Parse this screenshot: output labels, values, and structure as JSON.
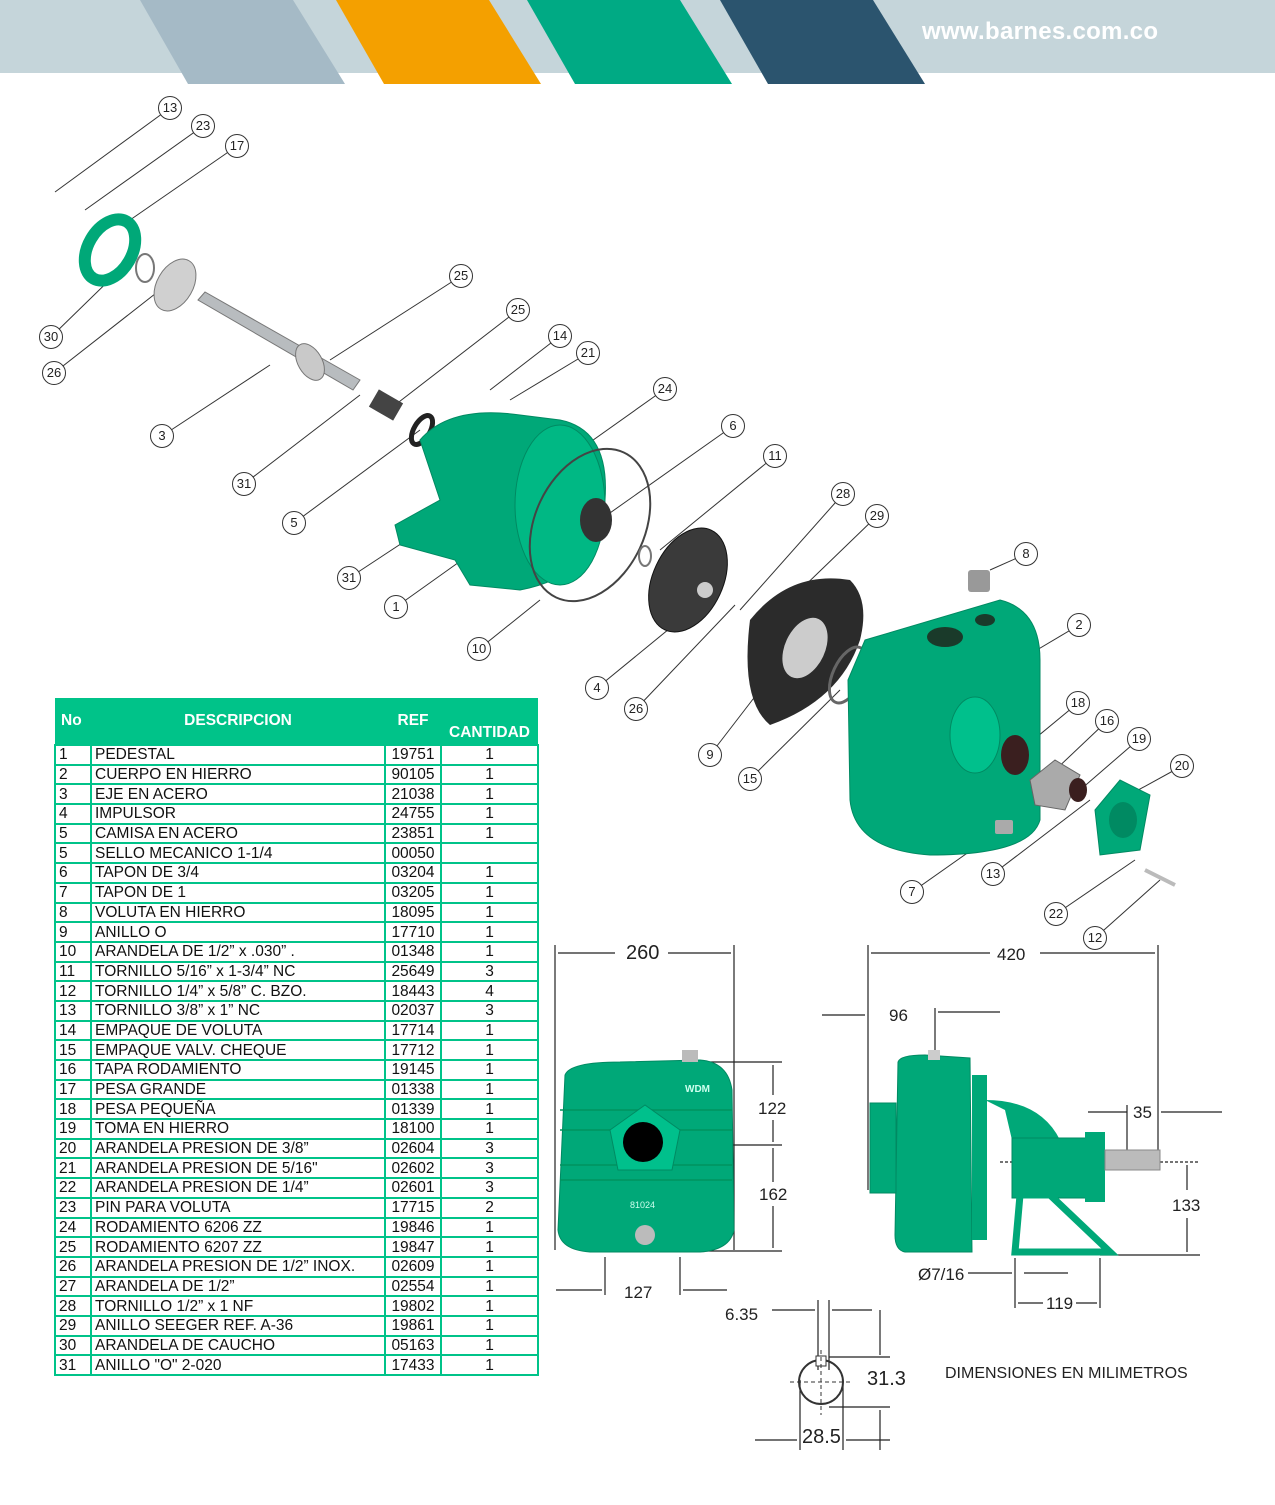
{
  "header": {
    "url": "www.barnes.com.co",
    "stripe_colors": [
      "#a5bac6",
      "#f4a000",
      "#00aa84",
      "#2b546e"
    ],
    "band_color": "#c5d5da"
  },
  "callouts": [
    "13",
    "23",
    "17",
    "30",
    "26",
    "3",
    "25",
    "25",
    "14",
    "21",
    "24",
    "31",
    "5",
    "6",
    "11",
    "31",
    "1",
    "28",
    "29",
    "10",
    "8",
    "2",
    "4",
    "26",
    "18",
    "16",
    "19",
    "20",
    "9",
    "15",
    "7",
    "13",
    "22",
    "12"
  ],
  "table": {
    "headers": {
      "no": "No",
      "desc": "DESCRIPCION",
      "ref": "REF",
      "qty": "CANTIDAD"
    },
    "rows": [
      {
        "no": "1",
        "desc": "PEDESTAL",
        "ref": "19751",
        "qty": "1"
      },
      {
        "no": "2",
        "desc": "CUERPO EN HIERRO",
        "ref": "90105",
        "qty": "1"
      },
      {
        "no": "3",
        "desc": "EJE EN ACERO",
        "ref": "21038",
        "qty": "1"
      },
      {
        "no": "4",
        "desc": "IMPULSOR",
        "ref": "24755",
        "qty": "1"
      },
      {
        "no": "5",
        "desc": "CAMISA EN ACERO",
        "ref": "23851",
        "qty": "1"
      },
      {
        "no": "5",
        "desc": "SELLO MECANICO 1-1/4",
        "ref": "00050",
        "qty": ""
      },
      {
        "no": "6",
        "desc": "TAPON DE 3/4",
        "ref": "03204",
        "qty": "1"
      },
      {
        "no": "7",
        "desc": "TAPON DE 1",
        "ref": "03205",
        "qty": "1"
      },
      {
        "no": "8",
        "desc": "VOLUTA EN HIERRO",
        "ref": "18095",
        "qty": "1"
      },
      {
        "no": "9",
        "desc": "ANILLO O",
        "ref": "17710",
        "qty": "1"
      },
      {
        "no": "10",
        "desc": "ARANDELA DE 1/2”  x .030” .",
        "ref": "01348",
        "qty": "1"
      },
      {
        "no": "11",
        "desc": "TORNILLO 5/16” x 1-3/4” NC",
        "ref": "25649",
        "qty": "3"
      },
      {
        "no": "12",
        "desc": "TORNILLO 1/4” x 5/8” C. BZO.",
        "ref": "18443",
        "qty": "4"
      },
      {
        "no": "13",
        "desc": "TORNILLO 3/8” x 1” NC",
        "ref": "02037",
        "qty": "3"
      },
      {
        "no": "14",
        "desc": "EMPAQUE DE VOLUTA",
        "ref": "17714",
        "qty": "1"
      },
      {
        "no": "15",
        "desc": "EMPAQUE VALV. CHEQUE",
        "ref": "17712",
        "qty": "1"
      },
      {
        "no": "16",
        "desc": "TAPA RODAMIENTO",
        "ref": "19145",
        "qty": "1"
      },
      {
        "no": "17",
        "desc": "PESA GRANDE",
        "ref": "01338",
        "qty": "1"
      },
      {
        "no": "18",
        "desc": "PESA PEQUEÑA",
        "ref": "01339",
        "qty": "1"
      },
      {
        "no": "19",
        "desc": "TOMA EN HIERRO",
        "ref": "18100",
        "qty": "1"
      },
      {
        "no": "20",
        "desc": "ARANDELA PRESION DE 3/8”",
        "ref": "02604",
        "qty": "3"
      },
      {
        "no": "21",
        "desc": "ARANDELA PRESION DE 5/16\"",
        "ref": "02602",
        "qty": "3"
      },
      {
        "no": "22",
        "desc": "ARANDELA PRESION DE 1/4”",
        "ref": "02601",
        "qty": "3"
      },
      {
        "no": "23",
        "desc": "PIN PARA VOLUTA",
        "ref": "17715",
        "qty": "2"
      },
      {
        "no": "24",
        "desc": "RODAMIENTO 6206 ZZ",
        "ref": "19846",
        "qty": "1"
      },
      {
        "no": "25",
        "desc": "RODAMIENTO 6207 ZZ",
        "ref": "19847",
        "qty": "1"
      },
      {
        "no": "26",
        "desc": "ARANDELA PRESION DE 1/2” INOX.",
        "ref": "02609",
        "qty": "1"
      },
      {
        "no": "27",
        "desc": "ARANDELA DE 1/2”",
        "ref": "02554",
        "qty": "1"
      },
      {
        "no": "28",
        "desc": "TORNILLO 1/2” x 1 NF",
        "ref": "19802",
        "qty": "1"
      },
      {
        "no": "29",
        "desc": "ANILLO SEEGER REF. A-36",
        "ref": "19861",
        "qty": "1"
      },
      {
        "no": "30",
        "desc": "ARANDELA DE CAUCHO",
        "ref": "05163",
        "qty": "1"
      },
      {
        "no": "31",
        "desc": "ANILLO \"O\" 2-020",
        "ref": "17433",
        "qty": "1"
      }
    ]
  },
  "dimensions": {
    "front_width": "260",
    "front_upper_height": "122",
    "front_lower_height": "162",
    "front_base": "127",
    "side_length": "420",
    "side_offset": "96",
    "shaft_length": "35",
    "shaft_height": "133",
    "hole_diameter": "Ø7/16",
    "foot_spacing": "119",
    "key_width": "6.35",
    "shaft_key_height": "31.3",
    "shaft_diameter": "28.5",
    "front_label_brand": "WDM",
    "front_label_code": "81024",
    "units_note": "DIMENSIONES EN MILIMETROS"
  },
  "colors": {
    "pump_green": "#00a878",
    "table_green": "#00c389"
  }
}
